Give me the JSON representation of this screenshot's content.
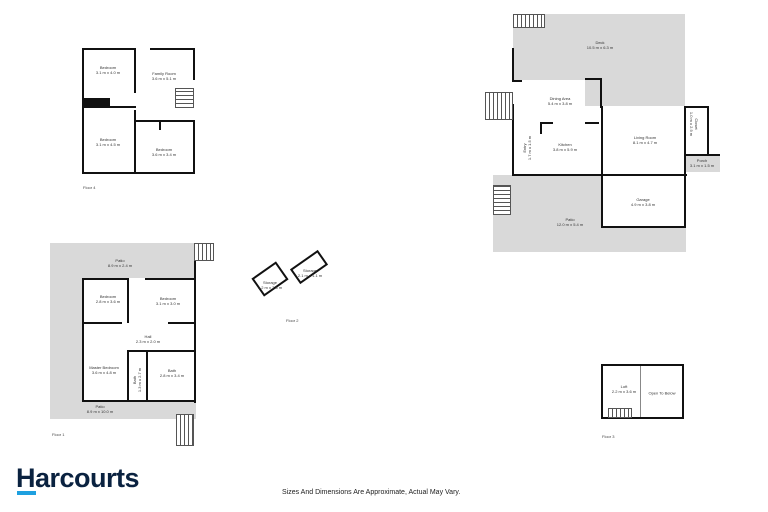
{
  "floors": {
    "floor4": {
      "label": "Floor 4",
      "rooms": [
        {
          "name": "Bedroom",
          "size": "3.1 m x 4.0 m"
        },
        {
          "name": "Family Room",
          "size": "3.6 m x 5.1 m"
        },
        {
          "name": "Bedroom",
          "size": "3.1 m x 4.5 m"
        },
        {
          "name": "Bedroom",
          "size": "3.6 m x 3.4 m"
        }
      ]
    },
    "floor1": {
      "label": "Floor 1",
      "rooms": [
        {
          "name": "Patio",
          "size": "8.9 m x 2.4 m"
        },
        {
          "name": "Bedroom",
          "size": "2.8 m x 3.6 m"
        },
        {
          "name": "Bedroom",
          "size": "3.1 m x 3.0 m"
        },
        {
          "name": "Hall",
          "size": "2.3 m x 2.0 m"
        },
        {
          "name": "Master Bedroom",
          "size": "3.6 m x 4.8 m"
        },
        {
          "name": "Bath",
          "size": "1.3 m x 2.7 m"
        },
        {
          "name": "Bath",
          "size": "2.8 m x 3.4 m"
        },
        {
          "name": "Patio",
          "size": "8.9 m x 10.0 m"
        }
      ]
    },
    "floor2": {
      "label": "Floor 2",
      "rooms": [
        {
          "name": "Storage",
          "size": "2.1 m x 1.1 m"
        },
        {
          "name": "Storage",
          "size": "1.2 m x 2.6 m"
        }
      ]
    },
    "floor_main": {
      "rooms": [
        {
          "name": "Deck",
          "size": "10.5 m x 6.3 m"
        },
        {
          "name": "Dining Area",
          "size": "5.4 m x 3.8 m"
        },
        {
          "name": "Kitchen",
          "size": "3.8 m x 5.9 m"
        },
        {
          "name": "Entry",
          "size": "1.7 m x 1.5 m"
        },
        {
          "name": "Living Room",
          "size": "8.1 m x 4.7 m"
        },
        {
          "name": "Closet",
          "size": "1.0 m x 2.9 m"
        },
        {
          "name": "Porch",
          "size": "3.1 m x 1.5 m"
        },
        {
          "name": "Garage",
          "size": "4.9 m x 3.8 m"
        },
        {
          "name": "Patio",
          "size": "12.0 m x 5.4 m"
        }
      ]
    },
    "floor3": {
      "label": "Floor 3",
      "rooms": [
        {
          "name": "Loft",
          "size": "2.2 m x 3.6 m"
        }
      ],
      "open_label": "Open To Below"
    }
  },
  "brand": {
    "logo_text": "Harcourts",
    "accent_color": "#1ea0e0",
    "logo_color": "#0a2240"
  },
  "disclaimer": "Sizes And Dimensions Are Approximate, Actual May Vary."
}
